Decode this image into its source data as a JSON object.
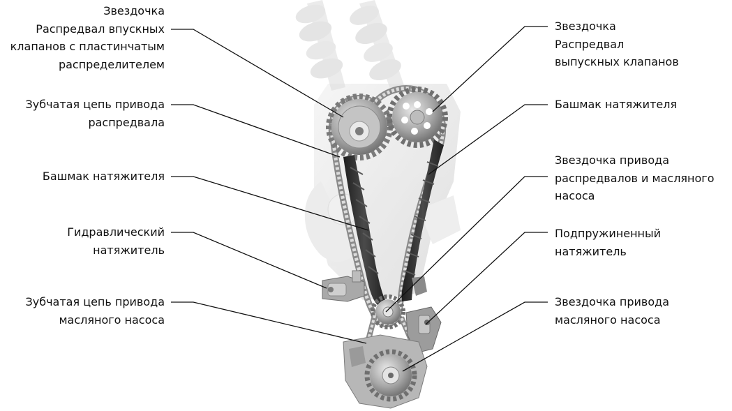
{
  "labels": {
    "left": [
      {
        "lines": [
          "Звездочка",
          "Распредвал впускных",
          "клапанов с пластинчатым",
          "распределителем"
        ]
      },
      {
        "lines": [
          "Зубчатая цепь привода",
          "распредвала"
        ]
      },
      {
        "lines": [
          "Башмак натяжителя"
        ]
      },
      {
        "lines": [
          "Гидравлический",
          "натяжитель"
        ]
      },
      {
        "lines": [
          "Зубчатая цепь привода",
          "масляного насоса"
        ]
      }
    ],
    "right": [
      {
        "lines": [
          "Звездочка",
          "Распредвал",
          "выпускных клапанов"
        ]
      },
      {
        "lines": [
          "Башмак натяжителя"
        ]
      },
      {
        "lines": [
          "Звездочка привода",
          "распредвалов и масляного",
          "насоса"
        ]
      },
      {
        "lines": [
          "Подпружиненный",
          "натяжитель"
        ]
      },
      {
        "lines": [
          "Звездочка привода",
          "масляного насоса"
        ]
      }
    ]
  },
  "colors": {
    "leader_line": "#111111",
    "metal_light": "#c9c9c9",
    "metal_mid": "#9a9a9a",
    "rail_dark": "#2e2e2e",
    "faded_parts": "#e4e4e4"
  }
}
